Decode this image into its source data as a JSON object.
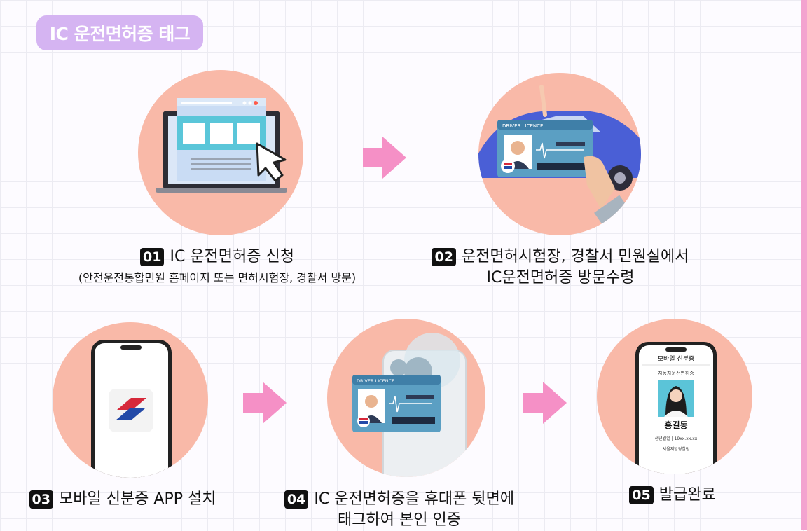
{
  "header": {
    "title": "IC 운전면허증 태그"
  },
  "steps": [
    {
      "number": "01",
      "title": "IC 운전면허증 신청",
      "subtitle": "(안전운전통합민원 홈페이지 또는 면허시험장, 경찰서 방문)"
    },
    {
      "number": "02",
      "line1": "운전면허시험장, 경찰서 민원실에서",
      "line2": "IC운전면허증 방문수령"
    },
    {
      "number": "03",
      "title": "모바일 신분증 APP 설치"
    },
    {
      "number": "04",
      "line1": "IC 운전면허증을 휴대폰 뒷면에",
      "line2": "태그하여 본인 인증"
    },
    {
      "number": "05",
      "title": "발급완료"
    }
  ],
  "licence_card": {
    "label": "DRIVER LICENCE"
  },
  "mobile_id": {
    "app_title": "모바일 신분증",
    "card_title": "자동차운전면허증",
    "name": "홍길동",
    "birth": "생년월일 | 19xx.xx.xx",
    "issuer": "서울지방경찰청"
  },
  "colors": {
    "circle": "#f9b9a8",
    "arrow": "#f590c6",
    "pill": "#d5b4f2",
    "stripe": "#f3a3cf",
    "card": "#5b9fc3"
  },
  "icons": [
    "laptop-icon",
    "cursor-icon",
    "car-icon",
    "id-card-icon",
    "hand-icon",
    "smartphone-icon",
    "app-logo-icon",
    "arrow-right-icon"
  ]
}
